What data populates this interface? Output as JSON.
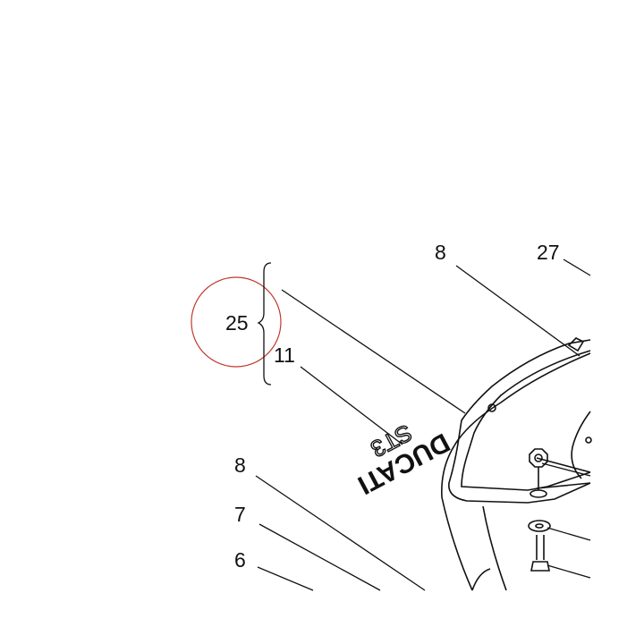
{
  "callouts": [
    {
      "id": "c8_top",
      "text": "8"
    },
    {
      "id": "c27",
      "text": "27"
    },
    {
      "id": "c25",
      "text": "25"
    },
    {
      "id": "c11",
      "text": "11"
    },
    {
      "id": "c8_left",
      "text": "8"
    },
    {
      "id": "c7",
      "text": "7"
    },
    {
      "id": "c6",
      "text": "6"
    }
  ],
  "decal": {
    "brand": "DUCATI",
    "model": "ST3"
  },
  "colors": {
    "highlight_circle": "#c0392b",
    "ink": "#111111"
  }
}
